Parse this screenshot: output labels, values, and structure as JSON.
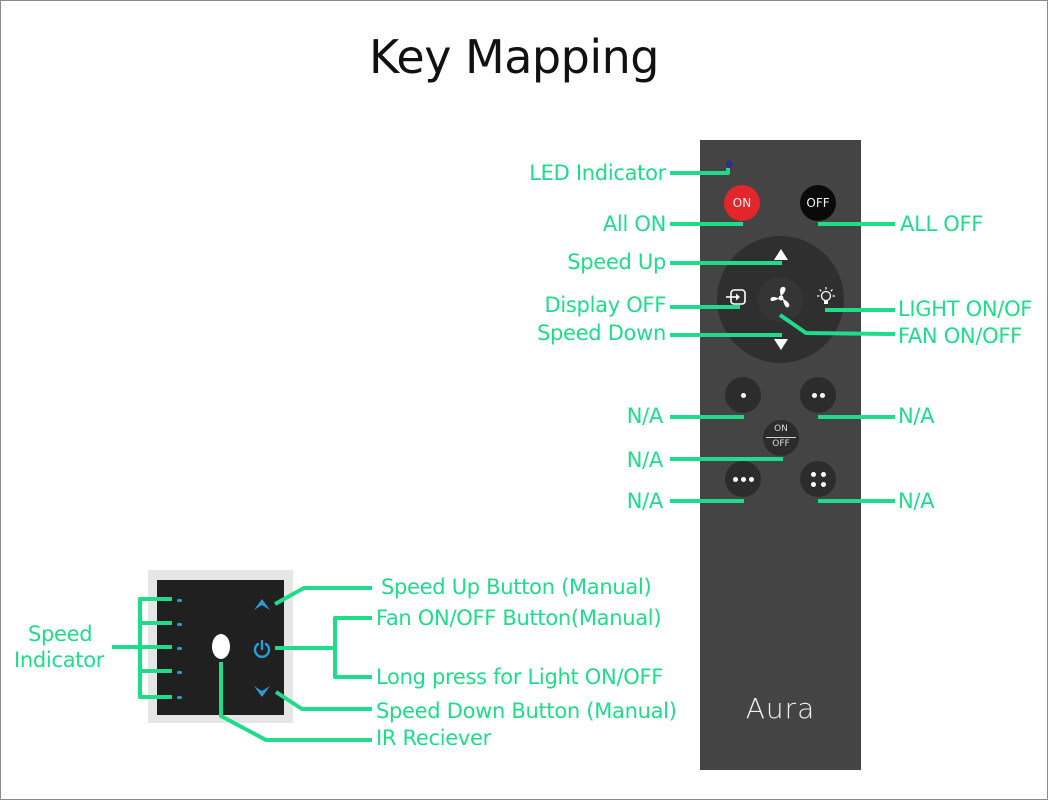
{
  "title": "Key Mapping",
  "colors": {
    "label_green": "#1fdc8a",
    "remote_body": "#444444",
    "on_button": "#e3262c",
    "off_button": "#0a0a0a",
    "panel_indicator_blue": "#2b9ad6"
  },
  "remote": {
    "brand": "Aura",
    "on_button": "ON",
    "off_button": "OFF",
    "onoff_button": {
      "top": "ON",
      "bottom": "OFF"
    },
    "icons": {
      "led": "led-dot",
      "speed_up": "triangle-up-icon",
      "speed_down": "triangle-down-icon",
      "display": "display-input-icon",
      "fan": "fan-icon",
      "light": "light-bulb-icon"
    },
    "preset_buttons": [
      {
        "dots": 1
      },
      {
        "dots": 2
      },
      {
        "dots": 3
      },
      {
        "dots": 4
      }
    ]
  },
  "remote_labels": {
    "led_indicator": "LED Indicator",
    "all_on": "All ON",
    "all_off": "ALL OFF",
    "speed_up": "Speed Up",
    "display_off": "Display OFF",
    "speed_down": "Speed Down",
    "light_onoff": "LIGHT ON/OF",
    "fan_onoff": "FAN ON/OFF",
    "na_left_1": "N/A",
    "na_right_1": "N/A",
    "na_center": "N/A",
    "na_left_2": "N/A",
    "na_right_2": "N/A"
  },
  "panel": {
    "speed_indicator_count": 5,
    "icons": {
      "up": "chevron-up-icon",
      "power": "power-icon",
      "down": "chevron-down-icon",
      "ir": "ir-receiver"
    }
  },
  "panel_labels": {
    "speed_indicator_line1": "Speed",
    "speed_indicator_line2": "Indicator",
    "speed_up_button": "Speed Up Button (Manual)",
    "fan_onoff_button": "Fan ON/OFF Button(Manual)",
    "long_press_light": "Long press for Light ON/OFF",
    "speed_down_button": "Speed Down Button (Manual)",
    "ir_receiver": "IR Reciever"
  }
}
